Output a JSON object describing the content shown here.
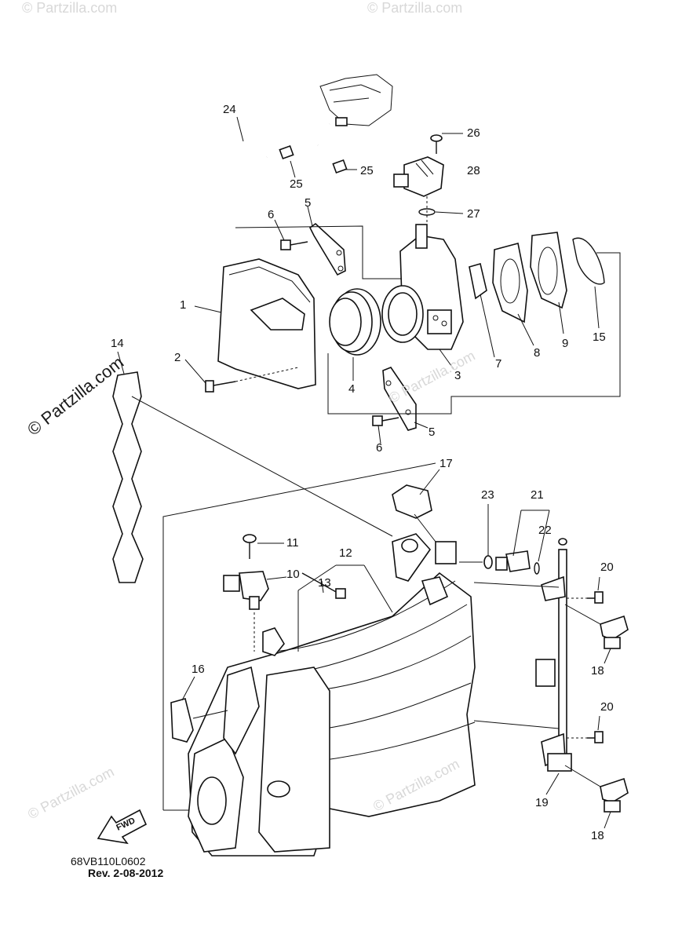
{
  "watermarks": {
    "main": "© Partzilla.com",
    "faint": "© Partzilla.com"
  },
  "callouts": {
    "n1": "1",
    "n2": "2",
    "n3": "3",
    "n4": "4",
    "n5a": "5",
    "n5b": "5",
    "n6a": "6",
    "n6b": "6",
    "n7": "7",
    "n8": "8",
    "n9": "9",
    "n10": "10",
    "n11": "11",
    "n12": "12",
    "n13": "13",
    "n14": "14",
    "n15": "15",
    "n16": "16",
    "n17": "17",
    "n18a": "18",
    "n18b": "18",
    "n19": "19",
    "n20a": "20",
    "n20b": "20",
    "n21": "21",
    "n22": "22",
    "n23": "23",
    "n24": "24",
    "n25a": "25",
    "n25b": "25",
    "n26": "26",
    "n27": "27",
    "n28": "28"
  },
  "fwd_label": "FWD",
  "drawing_code": "68VB110L0602",
  "revision": "Rev.  2-08-2012",
  "colors": {
    "line": "#111111",
    "watermark": "#d8d8d8",
    "background": "#ffffff"
  }
}
